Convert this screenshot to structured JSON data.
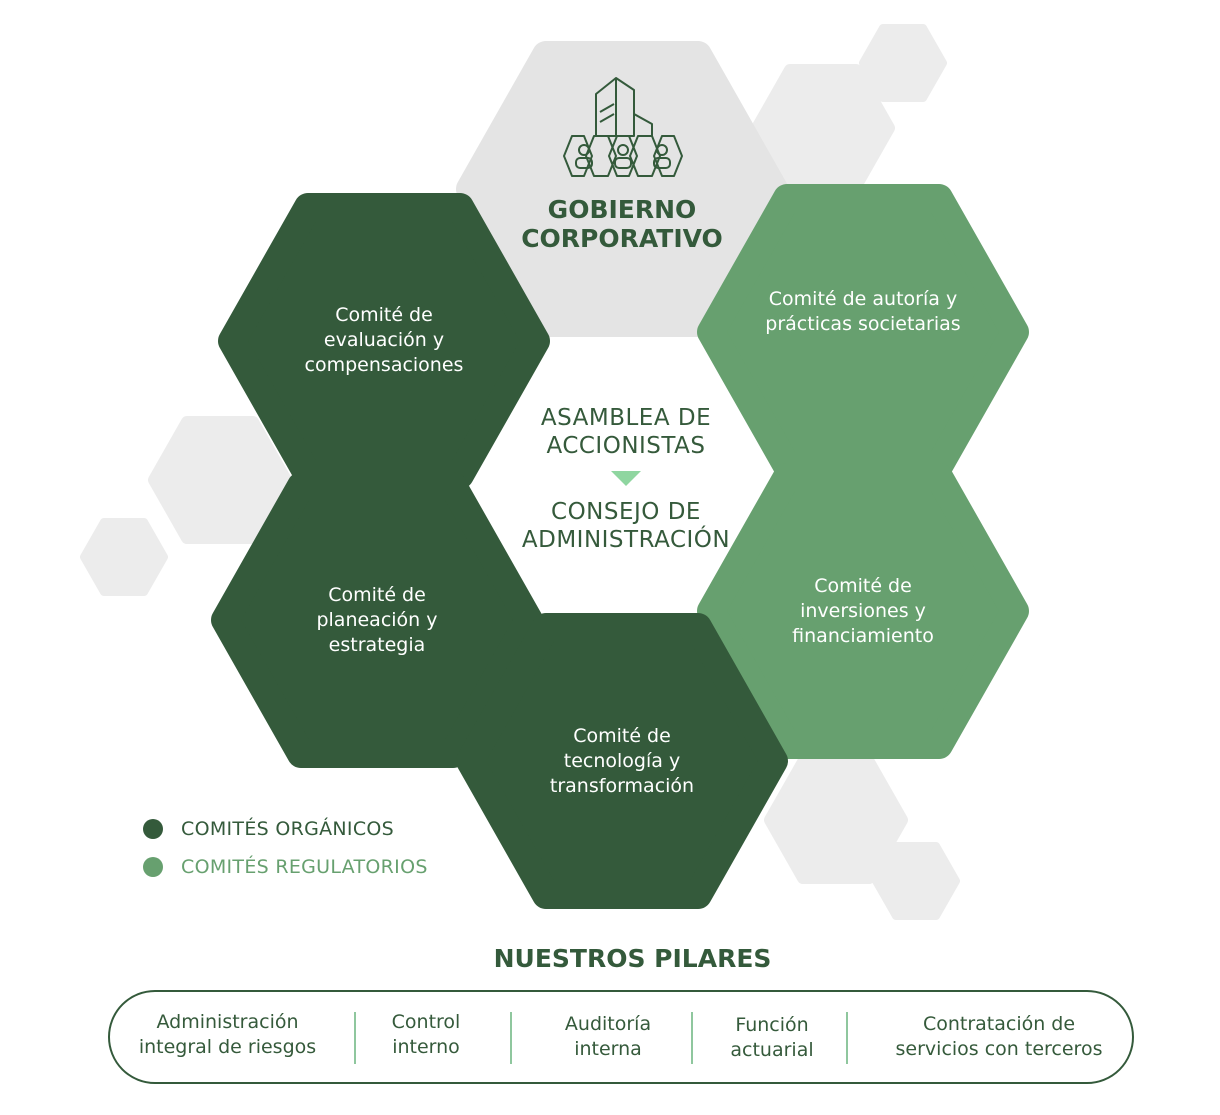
{
  "center": {
    "title": "GOBIERNO\nCORPORATIVO",
    "asamblea": "ASAMBLEA DE\nACCIONISTAS",
    "consejo": "CONSEJO DE\nADMINISTRACIÓN"
  },
  "committees": [
    {
      "label": "Comité de\nevaluación y\ncompensaciones",
      "type": "organico"
    },
    {
      "label": "Comité de autoría y\nprácticas societarias",
      "type": "regulatorio"
    },
    {
      "label": "Comité de\nplaneación y\nestrategia",
      "type": "organico"
    },
    {
      "label": "Comité de\ninversiones y\nfinanciamiento",
      "type": "regulatorio"
    },
    {
      "label": "Comité de\ntecnología y\ntransformación",
      "type": "organico"
    }
  ],
  "legend": {
    "organicos": "COMITÉS ORGÁNICOS",
    "regulatorios": "COMITÉS REGULATORIOS"
  },
  "pilares": {
    "title": "NUESTROS PILARES",
    "items": [
      "Administración\nintegral de riesgos",
      "Control\ninterno",
      "Auditoría\ninterna",
      "Función\nactuarial",
      "Contratación de\nservicios con terceros"
    ]
  },
  "colors": {
    "dark_green": "#345a3b",
    "light_green": "#67a06f",
    "gray_hex": "#e4e4e4",
    "light_gray_hex": "#ececec",
    "arrow": "#8fd6a0"
  },
  "icons": {
    "top": "building-people-icon",
    "arrow": "triangle-down-icon"
  }
}
